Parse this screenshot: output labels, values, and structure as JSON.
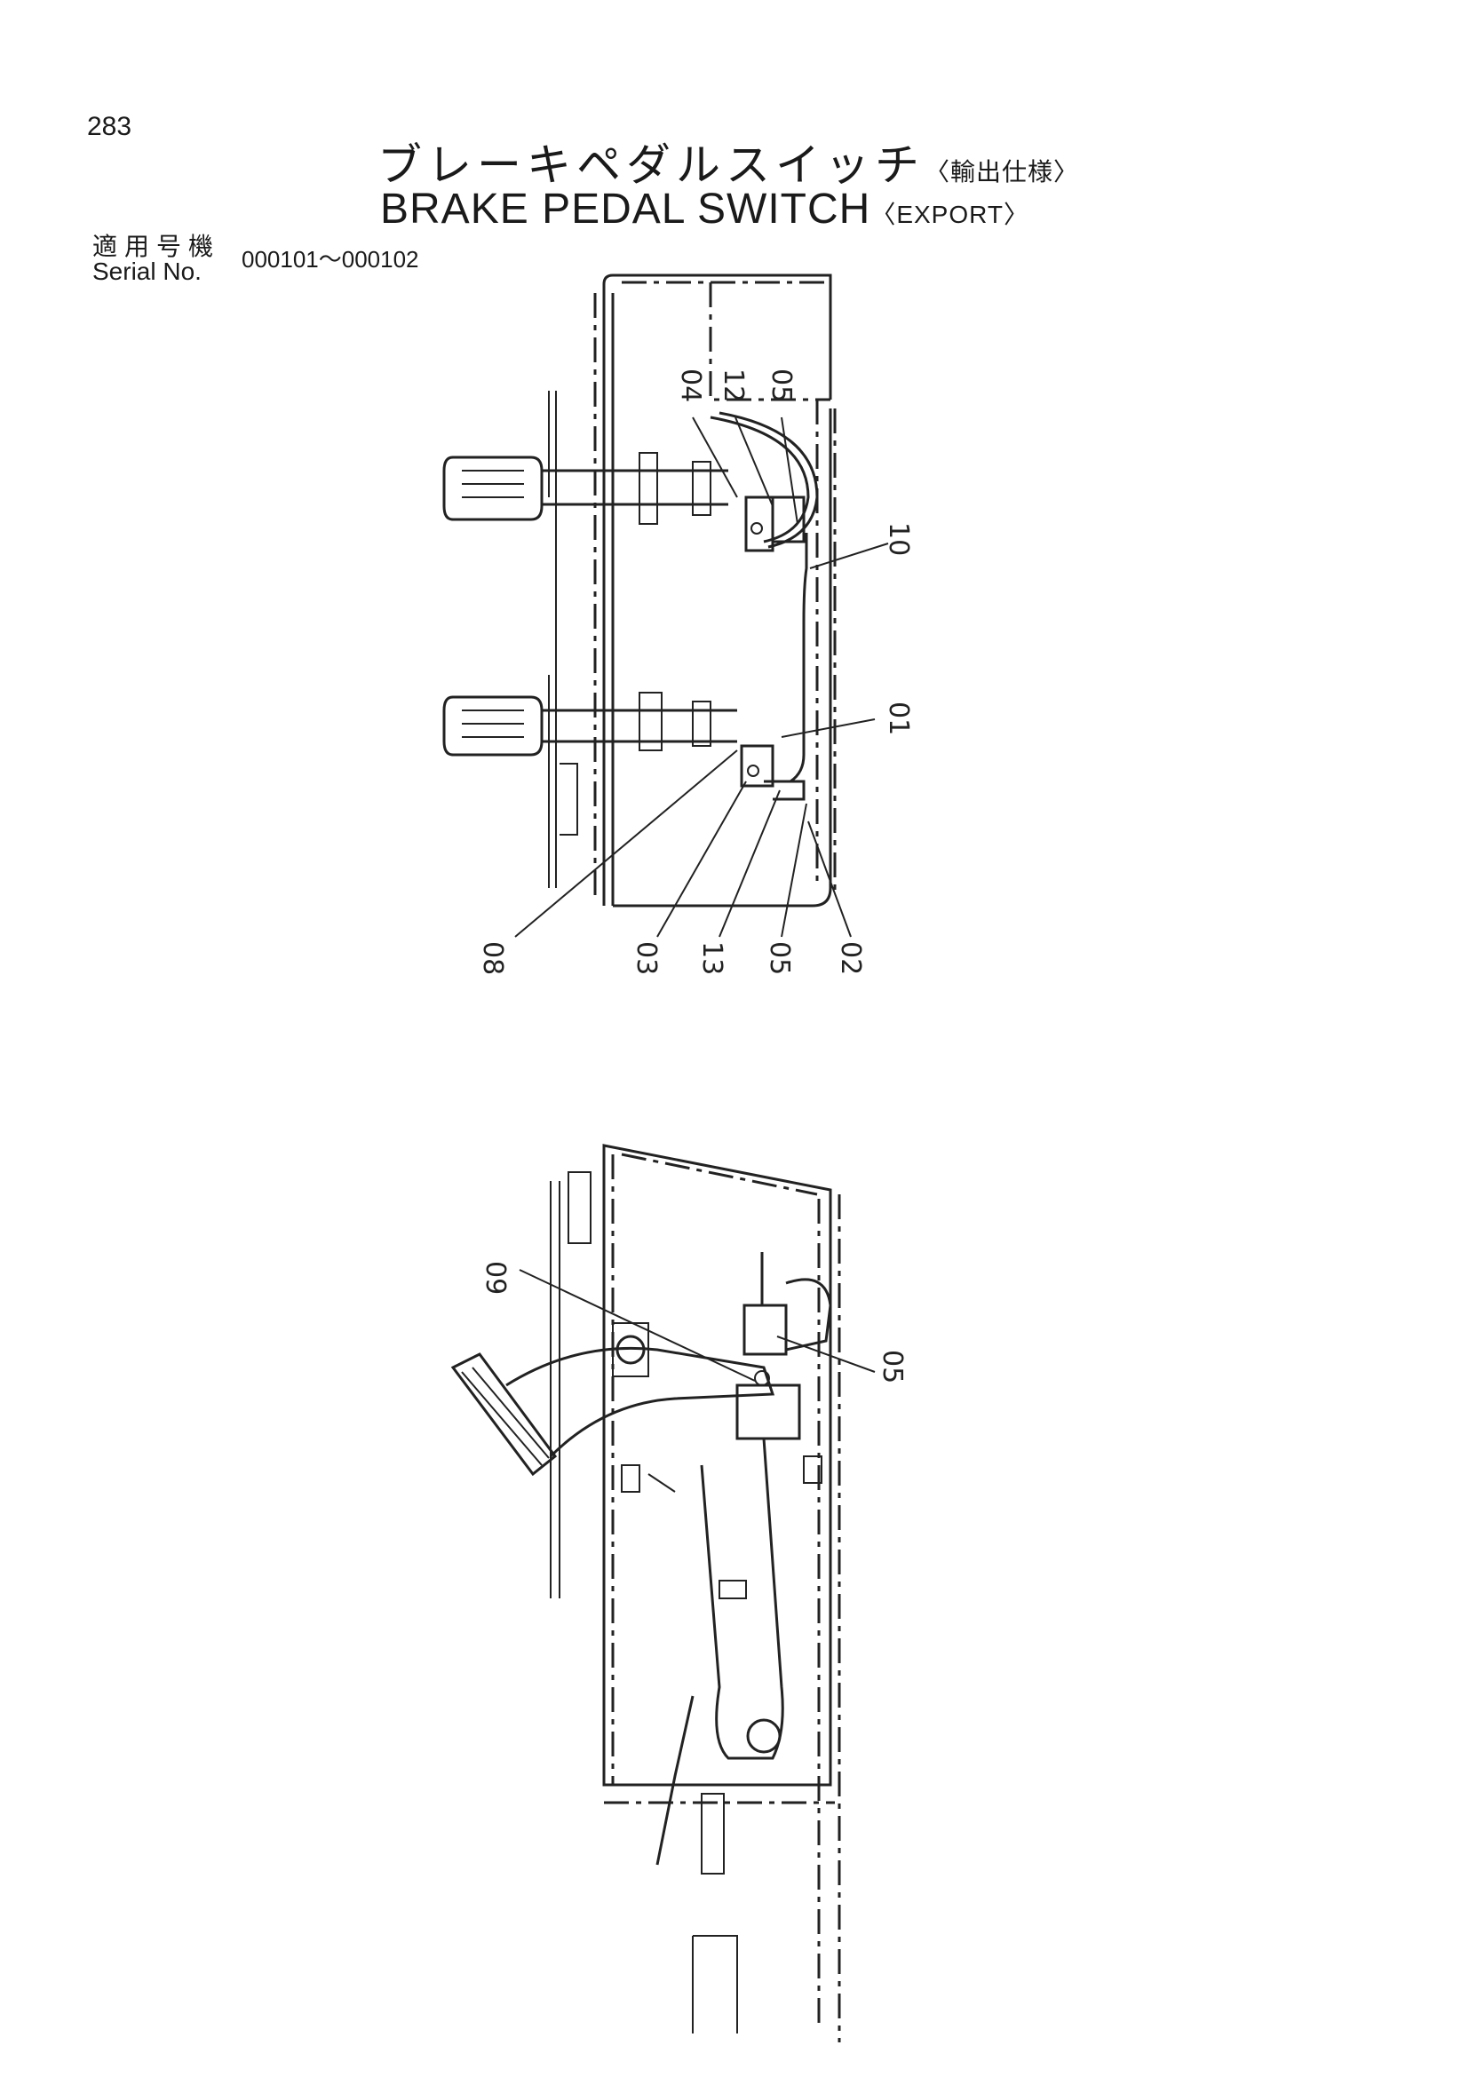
{
  "header": {
    "page_number": "283",
    "title_ja": "ブレーキペダルスイッチ",
    "title_ja_suffix": "〈輸出仕様〉",
    "title_en": "BRAKE PEDAL SWITCH",
    "title_en_suffix": "〈EXPORT〉",
    "serial_label_ja": "適用号機",
    "serial_label_en": "Serial No.",
    "serial_range": "000101～000102"
  },
  "top_view_callouts": {
    "c04": "04",
    "c12": "12",
    "c05a": "05",
    "c10": "10",
    "c01": "01",
    "c08": "08",
    "c03": "03",
    "c13": "13",
    "c05b": "05",
    "c02": "02"
  },
  "side_view_callouts": {
    "c09": "09",
    "c05": "05"
  }
}
